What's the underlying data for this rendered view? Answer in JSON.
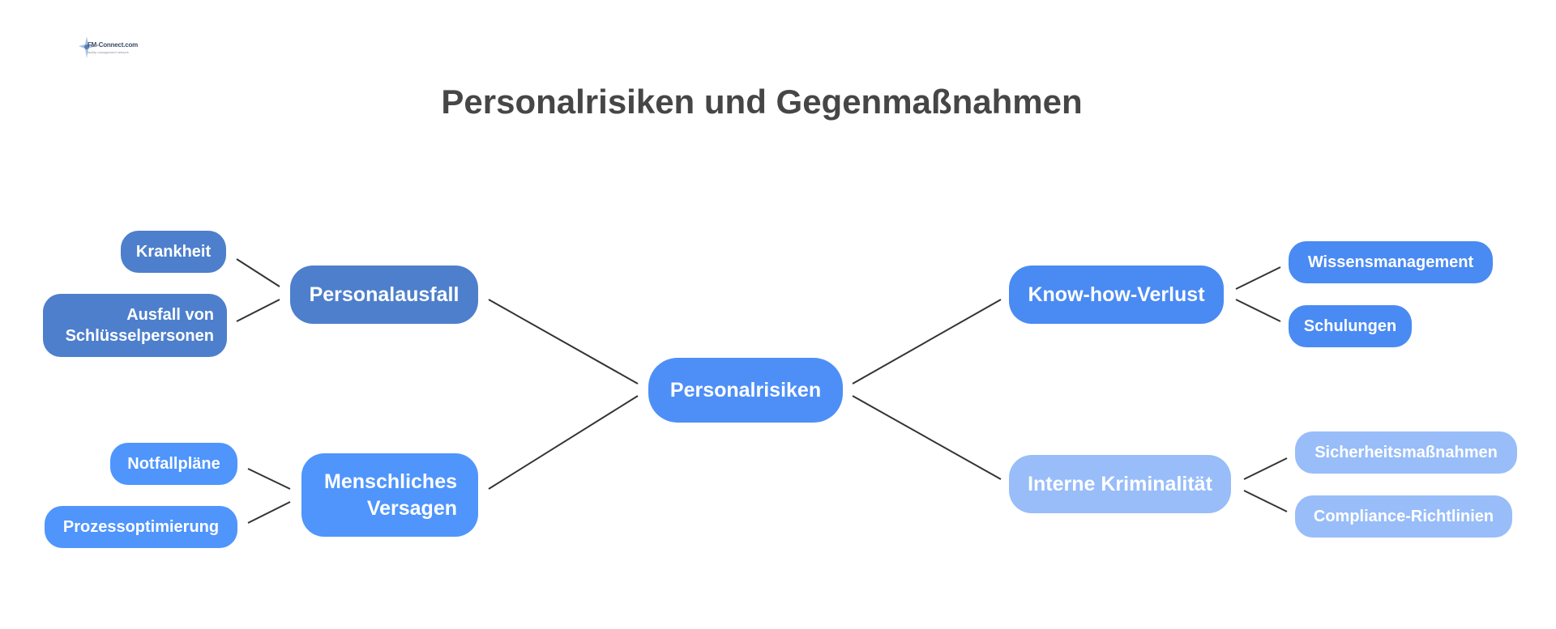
{
  "logo": {
    "text": "FM-Connect.com",
    "sub": "facility management network"
  },
  "title": "Personalrisiken und Gegenmaßnahmen",
  "colors": {
    "root": "#4e8ff7",
    "branch_personalausfall": "#4d7fcc",
    "branch_know_how": "#4a8af3",
    "branch_menschlich": "#4f95fc",
    "branch_kriminalitaet": "#98bdf9",
    "connector": "#333333"
  },
  "mindmap": {
    "root": "Personalrisiken",
    "branches": [
      {
        "label": "Personalausfall",
        "children": [
          "Krankheit",
          "Ausfall von Schlüsselpersonen"
        ]
      },
      {
        "label": "Menschliches Versagen",
        "children": [
          "Notfallpläne",
          "Prozessoptimierung"
        ]
      },
      {
        "label": "Know-how-Verlust",
        "children": [
          "Wissensmanagement",
          "Schulungen"
        ]
      },
      {
        "label": "Interne Kriminalität",
        "children": [
          "Sicherheitsmaßnahmen",
          "Compliance-Richtlinien"
        ]
      }
    ]
  }
}
